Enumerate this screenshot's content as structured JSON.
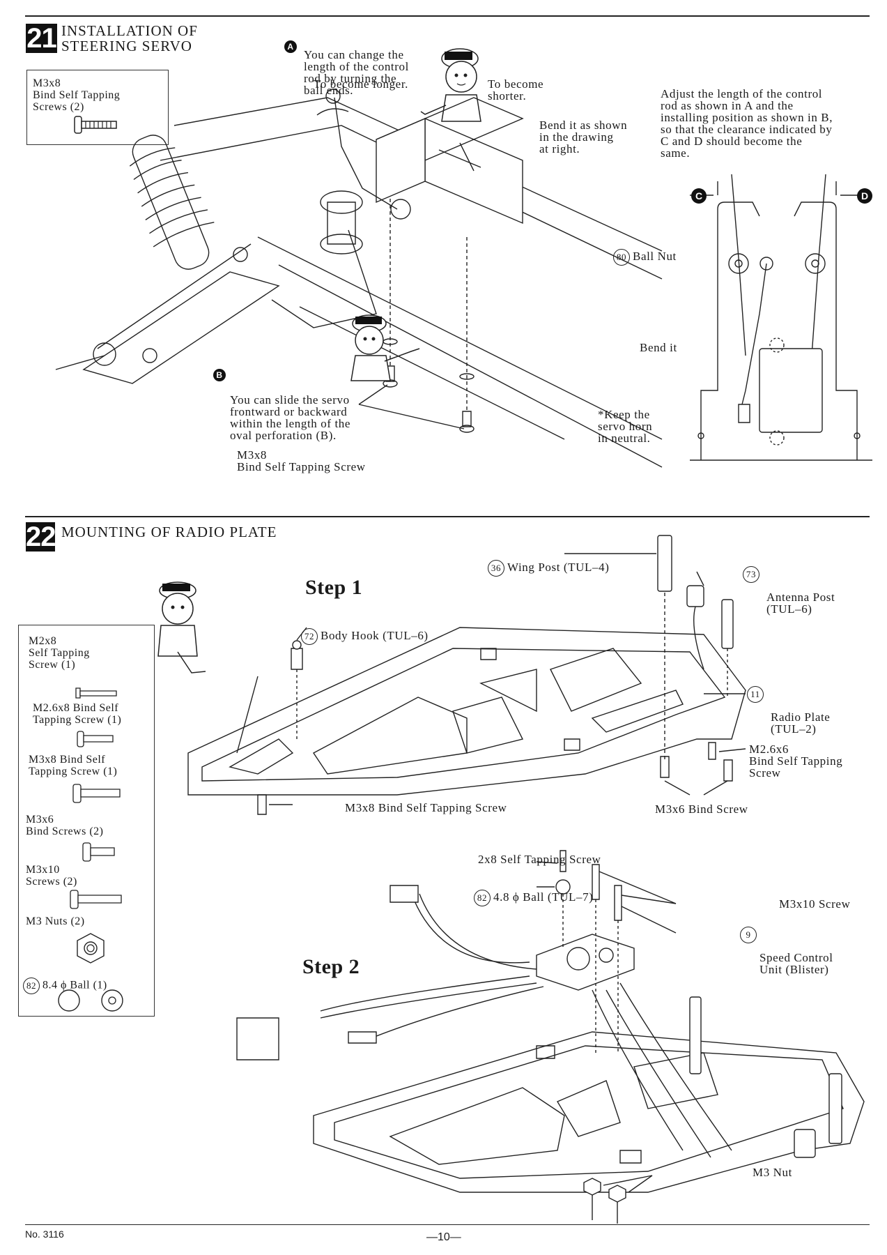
{
  "section21": {
    "number": "21",
    "title": "INSTALLATION OF\nSTEERING SERVO",
    "parts_box": {
      "name": "M3x8\nBind Self Tapping\nScrews (2)"
    },
    "note_a": {
      "letter": "A",
      "text": "You can change the\nlength of the control\nrod by turning the\nball ends."
    },
    "longer": "To become longer.",
    "shorter": "To become\nshorter.",
    "bend_note": "Bend it as shown\nin the drawing\nat right.",
    "adjust_note": "Adjust the length of the control\nrod as shown in A and the\ninstalling position as shown in B,\nso that the clearance indicated by\nC and D  should become the\nsame.",
    "label_c": "C",
    "label_d": "D",
    "ball_nut": {
      "num": "80",
      "label": "Ball Nut"
    },
    "bend_it": "Bend it",
    "keep_neutral": "*Keep the\nservo horn\nin neutral.",
    "note_b": {
      "letter": "B",
      "text": "You can slide the servo\nfrontward or backward\nwithin the length of the\noval perforation  (B)."
    },
    "screw_label": "M3x8\nBind Self Tapping Screw"
  },
  "section22": {
    "number": "22",
    "title": "MOUNTING OF RADIO PLATE",
    "step1": "Step 1",
    "step2": "Step 2",
    "parts": [
      {
        "name": "M2x8\nSelf Tapping\nScrew  (1)"
      },
      {
        "name": "M2.6x8 Bind Self\nTapping Screw  (1)"
      },
      {
        "name": "M3x8 Bind Self\nTapping Screw  (1)"
      },
      {
        "name": "M3x6\nBind Screws  (2)"
      },
      {
        "name": "M3x10\nScrews  (2)"
      },
      {
        "name": "M3 Nuts  (2)"
      },
      {
        "num": "82",
        "name": "8.4 ϕ  Ball  (1)"
      }
    ],
    "wing_post": {
      "num": "36",
      "label": "Wing Post  (TUL–4)"
    },
    "antenna_post": {
      "num": "73",
      "label": "Antenna Post\n(TUL–6)"
    },
    "body_hook": {
      "num": "72",
      "label": "Body Hook  (TUL–6)"
    },
    "radio_plate": {
      "num": "11",
      "label": "Radio Plate\n(TUL–2)"
    },
    "m26x6": "M2.6x6\nBind Self Tapping\nScrew",
    "m3x8_screw": "M3x8 Bind Self Tapping Screw",
    "m3x6_screw": "M3x6 Bind Screw",
    "self_tap_2x8": "2x8 Self Tapping Screw",
    "ball_48": {
      "num": "82",
      "label": "4.8 ϕ  Ball   (TUL–7)"
    },
    "m3x10_screw": "M3x10 Screw",
    "speed_control": {
      "num": "9",
      "label": "Speed Control\nUnit  (Blister)"
    },
    "m3_nut": "M3 Nut"
  },
  "footer": {
    "doc_no": "No. 3116",
    "page": "—10—"
  }
}
